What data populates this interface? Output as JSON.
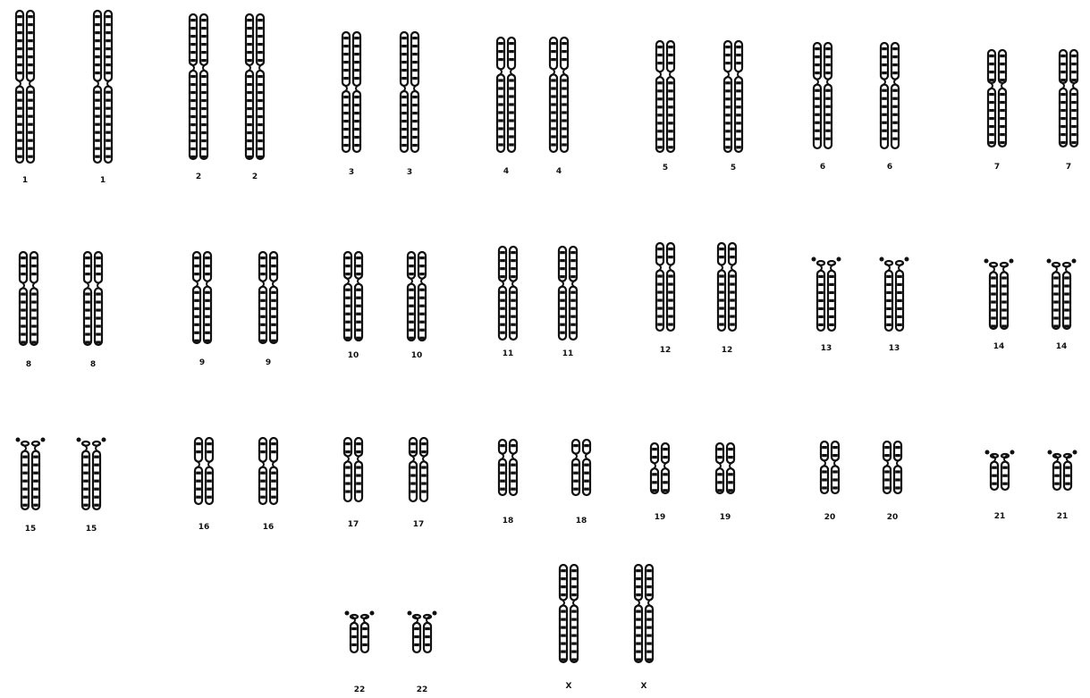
{
  "figure": {
    "type": "karyotype",
    "background": "#ffffff",
    "ink_color": "#111111",
    "rows": [
      [
        {
          "label": "1",
          "pair": 2
        },
        {
          "label": "2",
          "pair": 2
        },
        {
          "label": "3",
          "pair": 2
        },
        {
          "label": "4",
          "pair": 2
        },
        {
          "label": "5",
          "pair": 2
        },
        {
          "label": "6",
          "pair": 2
        },
        {
          "label": "7",
          "pair": 2
        }
      ],
      [
        {
          "label": "8",
          "pair": 2
        },
        {
          "label": "9",
          "pair": 2
        },
        {
          "label": "10",
          "pair": 2
        },
        {
          "label": "11",
          "pair": 2
        },
        {
          "label": "12",
          "pair": 2
        },
        {
          "label": "13",
          "pair": 2
        },
        {
          "label": "14",
          "pair": 2
        }
      ],
      [
        {
          "label": "15",
          "pair": 2
        },
        {
          "label": "16",
          "pair": 2
        },
        {
          "label": "17",
          "pair": 2
        },
        {
          "label": "18",
          "pair": 2
        },
        {
          "label": "19",
          "pair": 2
        },
        {
          "label": "20",
          "pair": 2
        },
        {
          "label": "21",
          "pair": 2
        }
      ],
      [
        {
          "label": "22",
          "pair": 2
        },
        {
          "label": "X",
          "pair": 2
        }
      ]
    ]
  }
}
